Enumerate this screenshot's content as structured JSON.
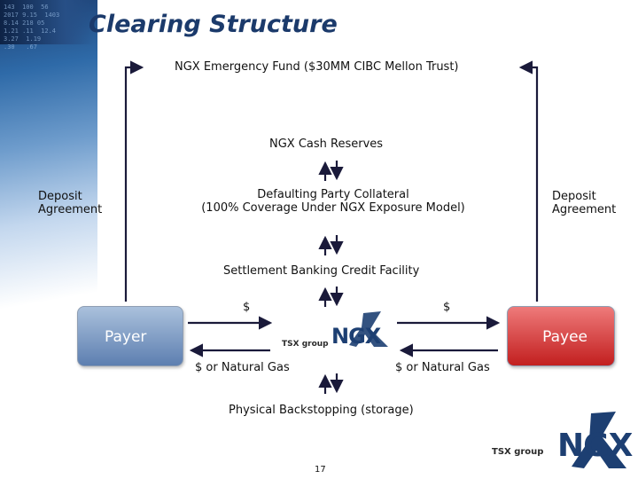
{
  "title": "Clearing Structure",
  "emergency_fund": "NGX Emergency Fund ($30MM CIBC Mellon Trust)",
  "cash_reserves": "NGX Cash Reserves",
  "collateral": {
    "line1": "Defaulting Party Collateral",
    "line2": "(100% Coverage Under NGX Exposure Model)"
  },
  "deposit_left": {
    "line1": "Deposit",
    "line2": "Agreement"
  },
  "deposit_right": {
    "line1": "Deposit",
    "line2": "Agreement"
  },
  "settlement": "Settlement Banking Credit Facility",
  "dollar_left": "$",
  "dollar_right": "$",
  "payer": "Payer",
  "payee": "Payee",
  "gas_left": "$ or Natural Gas",
  "gas_right": "$ or Natural Gas",
  "backstopping": "Physical Backstopping  (storage)",
  "logo": {
    "group": "TSX group",
    "brand": "NGX"
  },
  "page_number": "17",
  "colors": {
    "title": "#1b3a6b",
    "payer": "#5d7fb0",
    "payee": "#c21f1f",
    "arrows": "#1a1a3a"
  }
}
